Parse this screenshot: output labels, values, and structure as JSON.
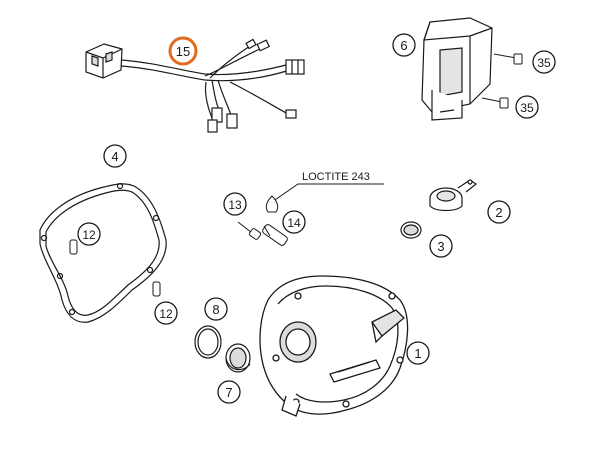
{
  "callouts": {
    "harness": "15",
    "regulator": "6",
    "screw_upper": "35",
    "screw_lower": "35",
    "gasket": "4",
    "dowel_upper": "12",
    "dowel_lower": "12",
    "loctite_screw": "13",
    "loctite_clip": "14",
    "plug": "2",
    "oring": "3",
    "ring_outer": "8",
    "seal": "7",
    "cover": "1"
  },
  "annotation": {
    "loctite": "LOCTITE 243"
  },
  "colors": {
    "line": "#1a1a1a",
    "highlight": "#e06b1f",
    "fill": "#ffffff",
    "shade": "#dcdcdc"
  }
}
